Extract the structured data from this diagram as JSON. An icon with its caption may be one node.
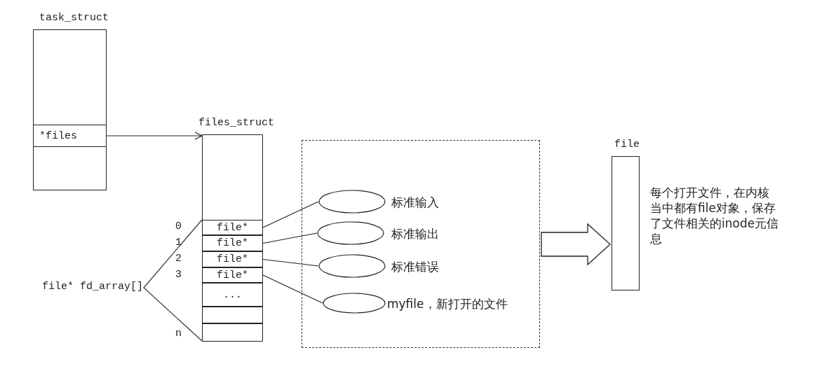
{
  "diagram": {
    "nodes": [
      {
        "text": [
          "task_struct"
        ]
      },
      {
        "text": [
          "*files"
        ],
        "in": 0
      },
      {
        "text": [
          "files_struct"
        ]
      },
      {
        "text": [
          "file*"
        ],
        "in": 2
      },
      {
        "text": [
          "file*"
        ],
        "in": 2
      },
      {
        "text": [
          "file*"
        ],
        "in": 2
      },
      {
        "text": [
          "file*"
        ],
        "in": 2
      },
      {
        "text": [
          "..."
        ],
        "in": 2
      },
      {
        "text": [],
        "shape": "box",
        "in": 2
      },
      {
        "text": [],
        "shape": "box",
        "in": 2
      },
      {
        "text": [],
        "shape": "box"
      },
      {
        "text": [],
        "shape": "ellipse",
        "in": 10,
        "beside": [
          "标准输入"
        ]
      },
      {
        "text": [],
        "shape": "ellipse",
        "in": 10,
        "beside": [
          "标准输出"
        ]
      },
      {
        "text": [],
        "shape": "ellipse",
        "in": 10,
        "beside": [
          "标准错误"
        ]
      },
      {
        "text": [],
        "shape": "ellipse",
        "in": 10,
        "beside": [
          "myfile，新打开的文件"
        ]
      },
      {
        "text": [
          "file"
        ],
        "beside": [
          "每个打开文件，在内核当中都有file对象，保存了文件相关的inode元信息"
        ]
      }
    ],
    "edges": [
      {
        "from": 1,
        "to": 2,
        "arrow": "to"
      },
      {
        "from": 3,
        "to": 11,
        "arrow": "none"
      },
      {
        "from": 4,
        "to": 12,
        "arrow": "none"
      },
      {
        "from": 5,
        "to": 13,
        "arrow": "none"
      },
      {
        "from": 6,
        "to": 14,
        "arrow": "none"
      },
      {
        "from": 10,
        "to": 15,
        "arrow": "to",
        "style": "thick"
      }
    ],
    "labels": [
      "0",
      "1",
      "2",
      "3",
      "n",
      "file* fd_array[]"
    ]
  }
}
